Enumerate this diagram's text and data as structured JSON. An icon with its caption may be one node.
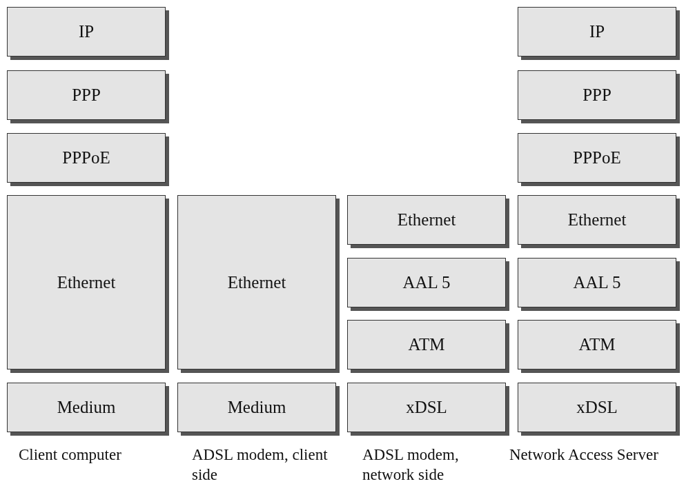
{
  "diagram": {
    "nodes": [
      {
        "text": [
          "IP"
        ]
      },
      {
        "text": [
          "IP"
        ]
      },
      {
        "text": [
          "PPP"
        ]
      },
      {
        "text": [
          "PPP"
        ]
      },
      {
        "text": [
          "PPPoE"
        ]
      },
      {
        "text": [
          "PPPoE"
        ]
      },
      {
        "text": [
          "Ethernet"
        ]
      },
      {
        "text": [
          "Ethernet"
        ]
      },
      {
        "text": [
          "Ethernet"
        ]
      },
      {
        "text": [
          "Ethernet"
        ]
      },
      {
        "text": [
          "AAL 5"
        ]
      },
      {
        "text": [
          "AAL 5"
        ]
      },
      {
        "text": [
          "ATM"
        ]
      },
      {
        "text": [
          "ATM"
        ]
      },
      {
        "text": [
          "Medium"
        ]
      },
      {
        "text": [
          "Medium"
        ]
      },
      {
        "text": [
          "xDSL"
        ]
      },
      {
        "text": [
          "xDSL"
        ]
      }
    ],
    "labels": [
      "Client computer",
      "ADSL modem, client side",
      "ADSL modem, network side",
      "Network Access Server"
    ]
  }
}
